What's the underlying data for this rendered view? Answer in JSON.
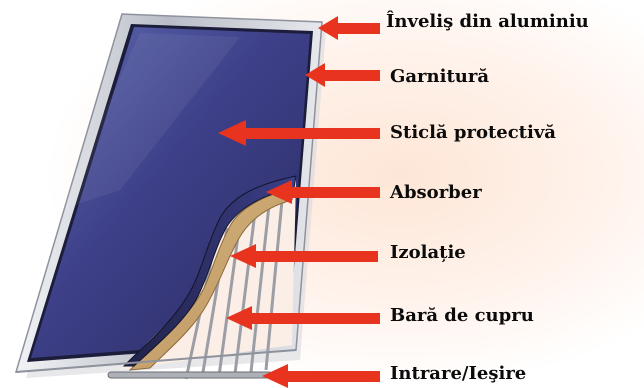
{
  "labels": [
    {
      "id": "aluminium-casing",
      "text": "Înveliş din aluminiu"
    },
    {
      "id": "gasket",
      "text": "Garnitură"
    },
    {
      "id": "protective-glass",
      "text": "Sticlă protectivă"
    },
    {
      "id": "absorber",
      "text": "Absorber"
    },
    {
      "id": "insulation",
      "text": "Izolație"
    },
    {
      "id": "copper-bar",
      "text": "Bară de cupru"
    },
    {
      "id": "inlet-outlet",
      "text": "Intrare/Ieşire"
    }
  ],
  "colors": {
    "arrow": "#e8331f",
    "glass": "#3b3d86",
    "frame": "#c9ccd2",
    "insulation": "#c7a06a",
    "copper_tube": "#9c9ea6"
  }
}
